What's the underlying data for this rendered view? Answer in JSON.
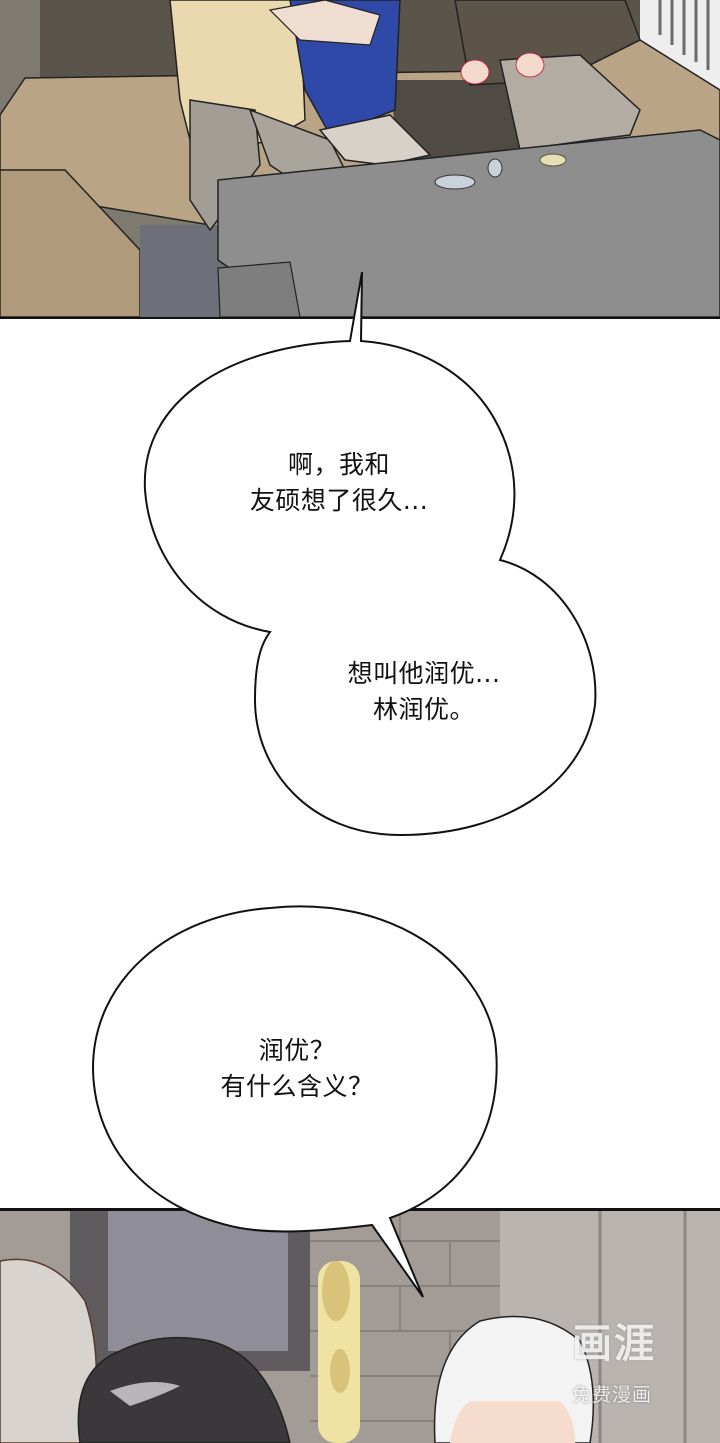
{
  "comic": {
    "panels": [
      {
        "id": "panel-top",
        "description": "Characters sitting on a beige sofa behind a grey coffee table",
        "colors": {
          "sofa": "#b9a486",
          "sofa_dark": "#5a5247",
          "table": "#8e8e8e",
          "floor": "#6e7079",
          "shirt_blue": "#2f49a8",
          "jacket_cream": "#ead8ae",
          "pants_grey": "#a29d95"
        }
      },
      {
        "id": "panel-bottom",
        "description": "Three characters' heads in front of a wall with a giraffe height chart",
        "colors": {
          "wall": "#a39c97",
          "hair_light": "#d9d3cf",
          "hair_dark": "#3a383b",
          "hair_white": "#f3f3f3",
          "giraffe": "#efe2a2"
        }
      }
    ],
    "bubbles": [
      {
        "id": "bubble-1",
        "lines": [
          "啊，我和",
          "友硕想了很久..."
        ]
      },
      {
        "id": "bubble-2",
        "lines": [
          "想叫他润优...",
          "林润优。"
        ]
      },
      {
        "id": "bubble-3",
        "lines": [
          "润优？",
          "有什么含义？"
        ]
      }
    ],
    "watermark": {
      "logo": "画涯",
      "subtitle": "免费漫画"
    }
  }
}
